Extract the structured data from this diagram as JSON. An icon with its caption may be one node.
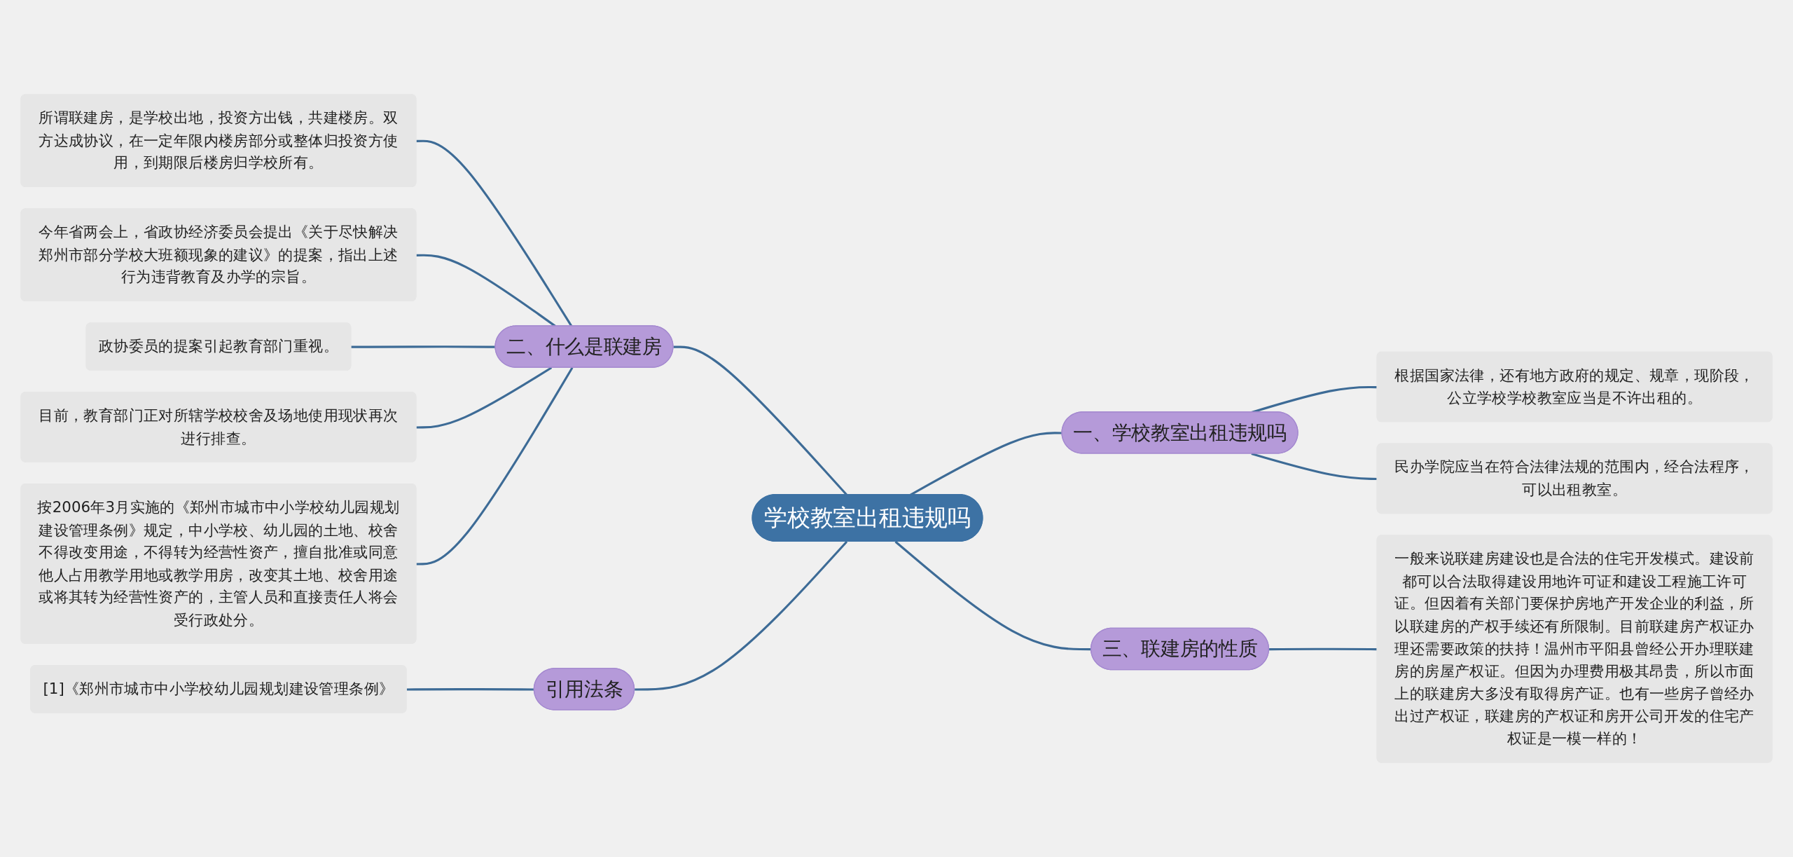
{
  "diagram": {
    "nodes": [
      {
        "text": [
          "学校教室出租违规吗"
        ]
      },
      {
        "text": [
          "一、学校教室出租违规吗"
        ]
      },
      {
        "text": [
          "根据国家法律，还有地方政府的规定、规章，现阶段，公立学校学校教室应当是不许出租的。"
        ]
      },
      {
        "text": [
          "民办学院应当在符合法律法规的范围内，经合法程序，可以出租教室。"
        ]
      },
      {
        "text": [
          "二、什么是联建房"
        ]
      },
      {
        "text": [
          "所谓联建房，是学校出地，投资方出钱，共建楼房。双方达成协议，在一定年限内楼房部分或整体归投资方使用，到期限后楼房归学校所有。"
        ]
      },
      {
        "text": [
          "今年省两会上，省政协经济委员会提出《关于尽快解决郑州市部分学校大班额现象的建议》的提案，指出上述行为违背教育及办学的宗旨。"
        ]
      },
      {
        "text": [
          "政协委员的提案引起教育部门重视。"
        ]
      },
      {
        "text": [
          "目前，教育部门正对所辖学校校舍及场地使用现状再次进行排查。"
        ]
      },
      {
        "text": [
          "按2006年3月实施的《郑州市城市中小学校幼儿园规划建设管理条例》规定，中小学校、幼儿园的土地、校舍不得改变用途，不得转为经营性资产，擅自批准或同意他人占用教学用地或教学用房，改变其土地、校舍用途或将其转为经营性资产的，主管人员和直接责任人将会受行政处分。"
        ]
      },
      {
        "text": [
          "三、联建房的性质"
        ]
      },
      {
        "text": [
          "一般来说联建房建设也是合法的住宅开发模式。建设前都可以合法取得建设用地许可证和建设工程施工许可证。但因着有关部门要保护房地产开发企业的利益，所以联建房的产权手续还有所限制。目前联建房产权证办理还需要政策的扶持！温州市平阳县曾经公开办理联建房的房屋产权证。但因为办理费用极其昂贵，所以市面上的联建房大多没有取得房产证。也有一些房子曾经办出过产权证，联建房的产权证和房开公司开发的住宅产权证是一模一样的！"
        ]
      },
      {
        "text": [
          "引用法条"
        ]
      },
      {
        "text": [
          "[1]《郑州市城市中小学校幼儿园规划建设管理条例》"
        ]
      }
    ],
    "edges": [
      {
        "from": 0,
        "to": 1,
        "arrow": "none"
      },
      {
        "from": 1,
        "to": 2,
        "arrow": "none"
      },
      {
        "from": 1,
        "to": 3,
        "arrow": "none"
      },
      {
        "from": 4,
        "to": 0,
        "arrow": "none"
      },
      {
        "from": 5,
        "to": 4,
        "arrow": "none"
      },
      {
        "from": 6,
        "to": 4,
        "arrow": "none"
      },
      {
        "from": 7,
        "to": 4,
        "arrow": "none"
      },
      {
        "from": 8,
        "to": 4,
        "arrow": "none"
      },
      {
        "from": 9,
        "to": 4,
        "arrow": "none"
      },
      {
        "from": 0,
        "to": 10,
        "arrow": "none"
      },
      {
        "from": 10,
        "to": 11,
        "arrow": "none"
      },
      {
        "from": 12,
        "to": 0,
        "arrow": "none"
      },
      {
        "from": 13,
        "to": 12,
        "arrow": "none"
      }
    ]
  }
}
